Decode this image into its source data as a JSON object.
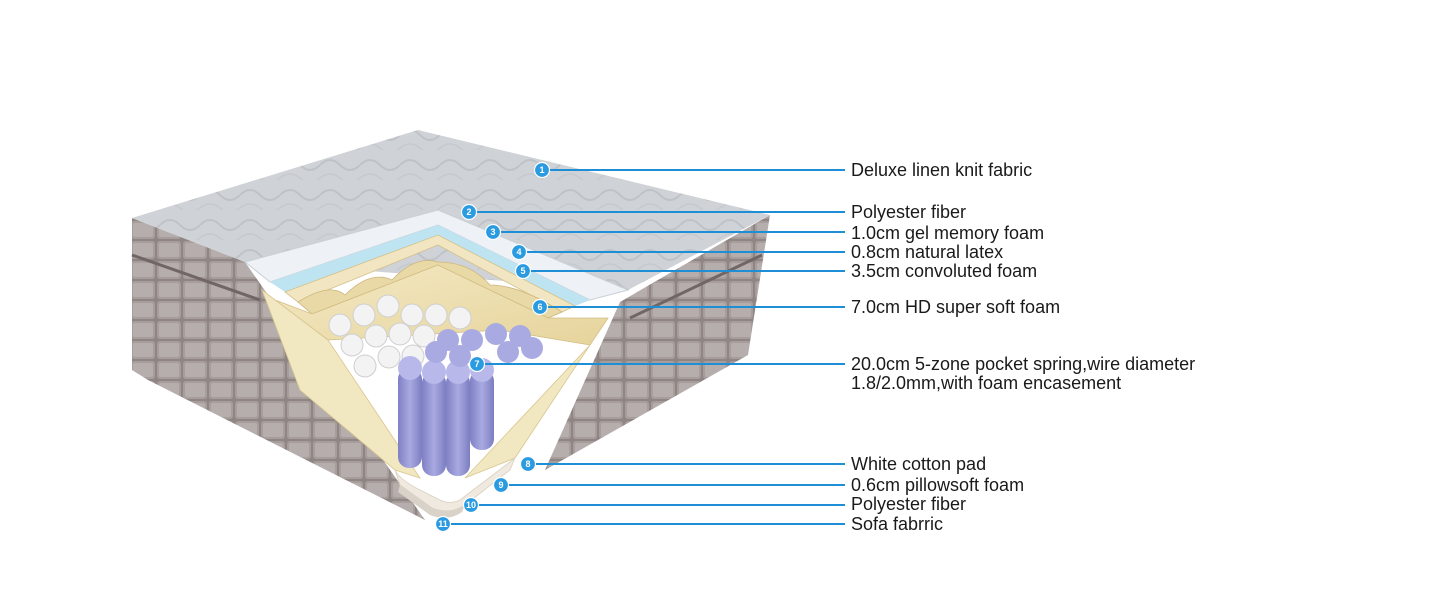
{
  "colors": {
    "leader_line": "#1e8fd6",
    "marker_fill": "#2a9be0",
    "label_text": "#1a1a1a"
  },
  "layers": [
    {
      "number": "1",
      "label": "Deluxe linen knit fabric"
    },
    {
      "number": "2",
      "label": "Polyester fiber"
    },
    {
      "number": "3",
      "label": "1.0cm gel memory foam"
    },
    {
      "number": "4",
      "label": "0.8cm natural latex"
    },
    {
      "number": "5",
      "label": "3.5cm convoluted foam"
    },
    {
      "number": "6",
      "label": "7.0cm HD super soft foam"
    },
    {
      "number": "7",
      "label": "20.0cm 5-zone pocket spring,wire diameter",
      "label_line2": "1.8/2.0mm,with foam encasement"
    },
    {
      "number": "8",
      "label": "White cotton pad"
    },
    {
      "number": "9",
      "label": "0.6cm pillowsoft foam"
    },
    {
      "number": "10",
      "label": "Polyester fiber"
    },
    {
      "number": "11",
      "label": "Sofa fabrric"
    }
  ]
}
